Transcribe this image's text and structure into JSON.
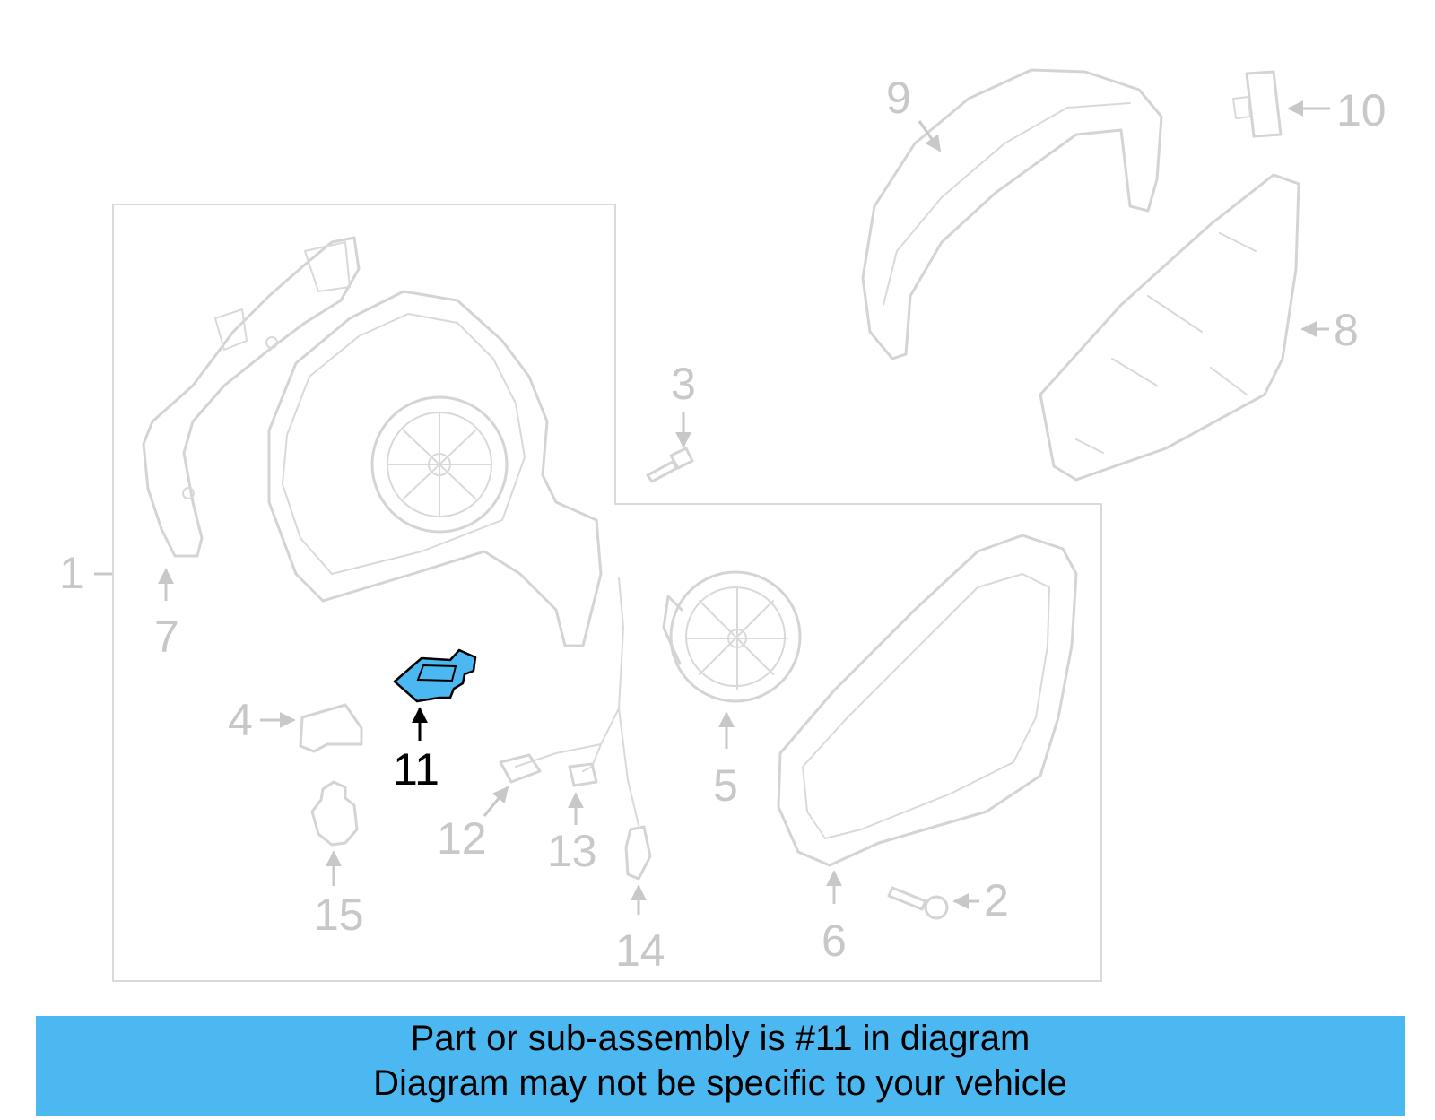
{
  "callouts": {
    "c1": "1",
    "c2": "2",
    "c3": "3",
    "c4": "4",
    "c5": "5",
    "c6": "6",
    "c7": "7",
    "c8": "8",
    "c9": "9",
    "c10": "10",
    "c11": "11",
    "c12": "12",
    "c13": "13",
    "c14": "14",
    "c15": "15"
  },
  "highlighted_part": "11",
  "colors": {
    "highlight": "#4cb8f2",
    "line_art": "#d4d4d4",
    "callout_text": "#c8c8c8",
    "banner": "#4cb8f2"
  },
  "banner": {
    "line1": "Part or sub-assembly is #11 in diagram",
    "line2": "Diagram may not be specific to your vehicle"
  }
}
